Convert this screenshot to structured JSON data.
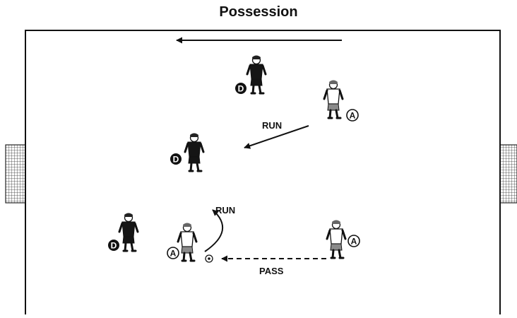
{
  "title": "Possession",
  "labels": {
    "run_1": "RUN",
    "run_2": "RUN",
    "pass": "PASS"
  },
  "players": [
    {
      "id": "defender-top",
      "team": "D",
      "kit": "dark"
    },
    {
      "id": "attacker-top-right",
      "team": "A",
      "kit": "light"
    },
    {
      "id": "defender-middle",
      "team": "D",
      "kit": "dark"
    },
    {
      "id": "defender-bottom-left",
      "team": "D",
      "kit": "dark"
    },
    {
      "id": "attacker-ball-carrier",
      "team": "A",
      "kit": "light"
    },
    {
      "id": "attacker-bottom-right",
      "team": "A",
      "kit": "light"
    }
  ],
  "colors": {
    "dark_kit": "#151515",
    "light_kit": "#ffffff",
    "shorts": "#8a8a8a",
    "line": "#111111"
  }
}
